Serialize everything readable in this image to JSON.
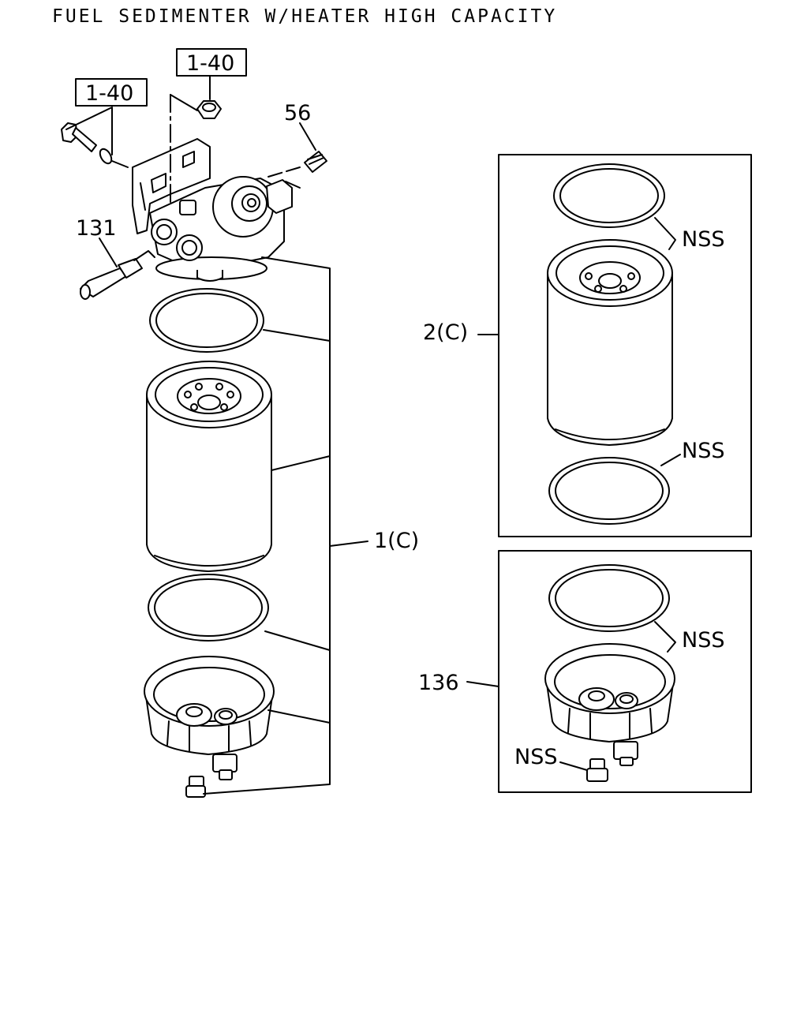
{
  "title": "FUEL SEDIMENTER W/HEATER HIGH CAPACITY",
  "labels": {
    "ref_a": "1-40",
    "ref_b": "1-40",
    "part_56": "56",
    "part_131": "131",
    "part_1": "1(C)",
    "part_2": "2(C)",
    "part_136": "136",
    "nss_a": "NSS",
    "nss_b": "NSS",
    "nss_c": "NSS",
    "nss_d": "NSS"
  }
}
